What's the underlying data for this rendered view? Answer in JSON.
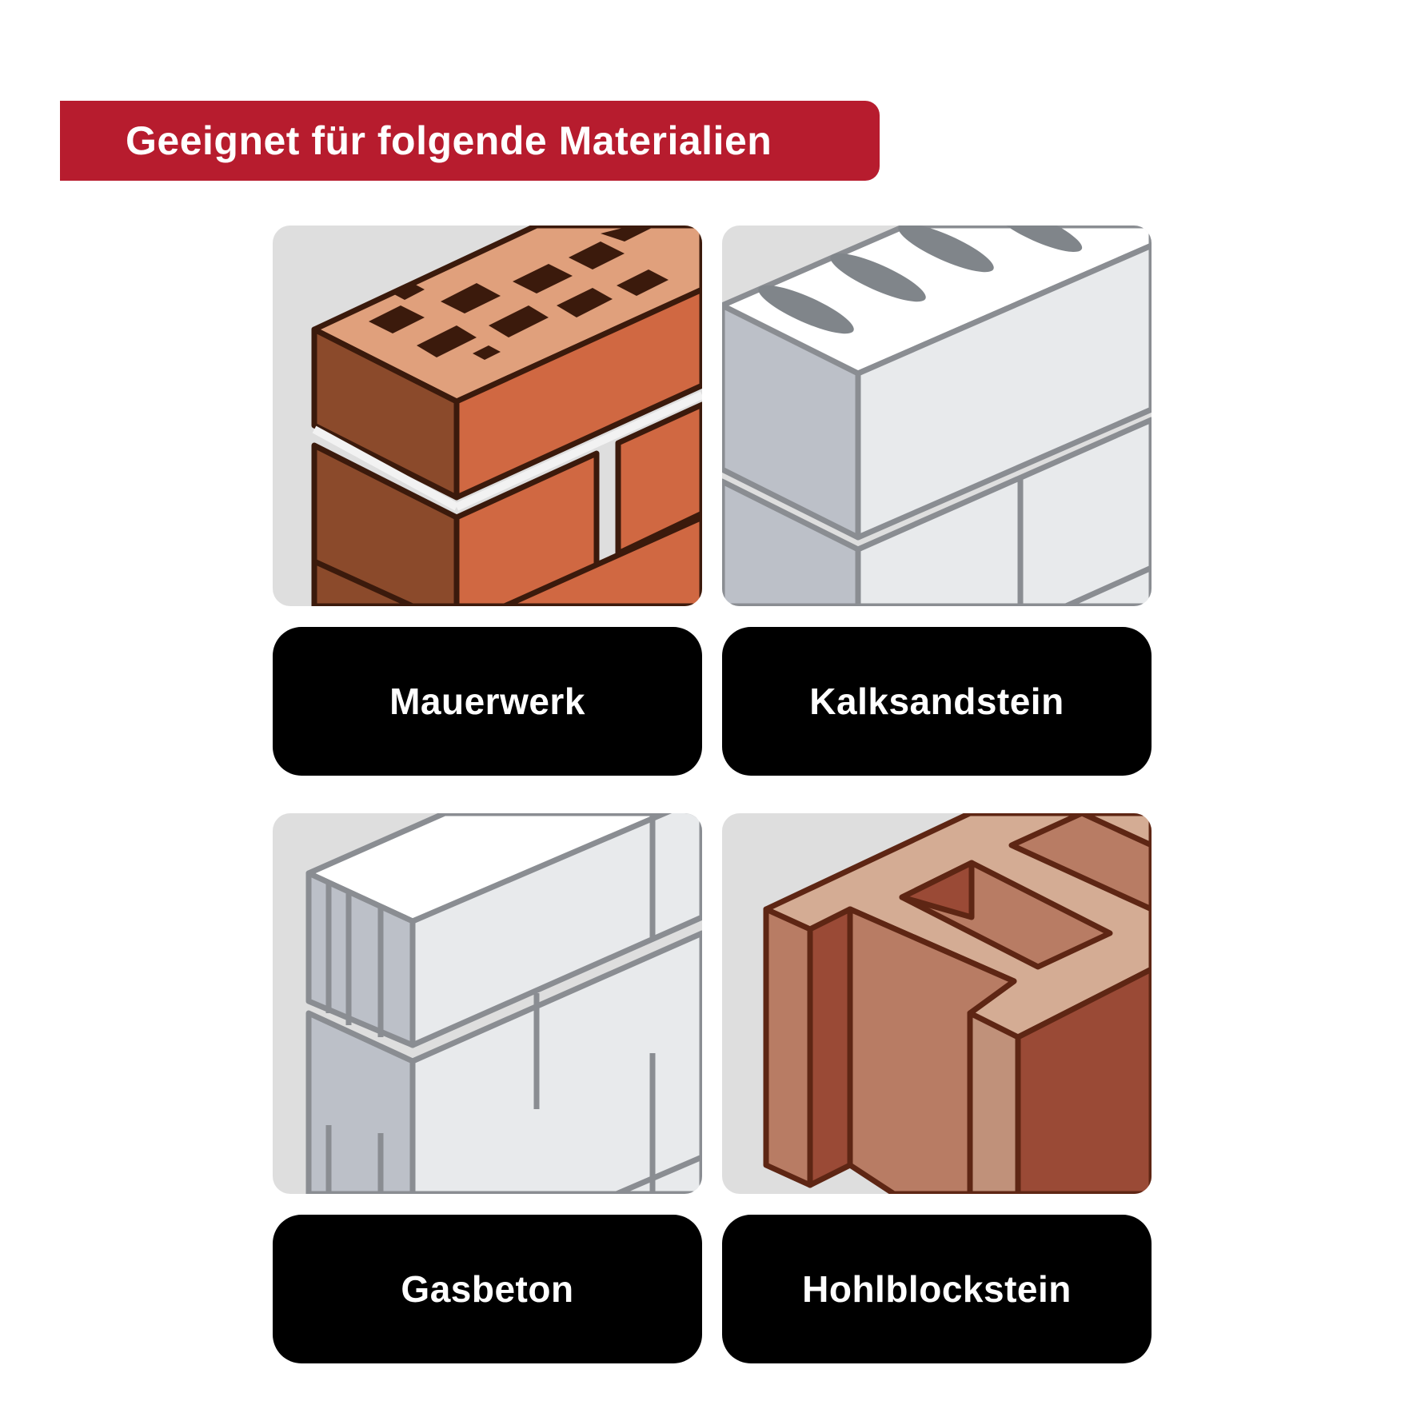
{
  "header": {
    "title": "Geeignet für folgende Materialien"
  },
  "colors": {
    "banner": "#b71c2e",
    "label_bg": "#000000",
    "label_text": "#ffffff",
    "card_bg": "#dedede"
  },
  "materials": [
    {
      "label": "Mauerwerk",
      "icon": "red-clay-brick-wall-icon"
    },
    {
      "label": "Kalksandstein",
      "icon": "sand-lime-brick-wall-icon"
    },
    {
      "label": "Gasbeton",
      "icon": "aerated-concrete-block-icon"
    },
    {
      "label": "Hohlblockstein",
      "icon": "hollow-block-brick-icon"
    }
  ]
}
